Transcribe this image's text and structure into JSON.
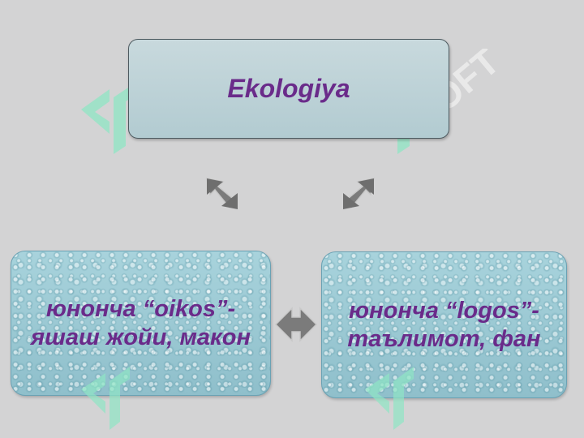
{
  "diagram": {
    "top_box": {
      "text": "Ekologiya"
    },
    "left_box": {
      "text": "юнонча “oikos”- яшаш жойи, макон"
    },
    "right_box": {
      "text": "юнонча “logos”- таълимот, фан"
    }
  },
  "watermark": {
    "text": "SOFT"
  },
  "colors": {
    "background": "#d3d3d4",
    "text": "#6a2b8a",
    "top_box_fill": "#bdd2d7",
    "water_box_fill": "#9ec9d3",
    "arrow": "#7b7b7b",
    "watermark": "#8fe6c4"
  }
}
